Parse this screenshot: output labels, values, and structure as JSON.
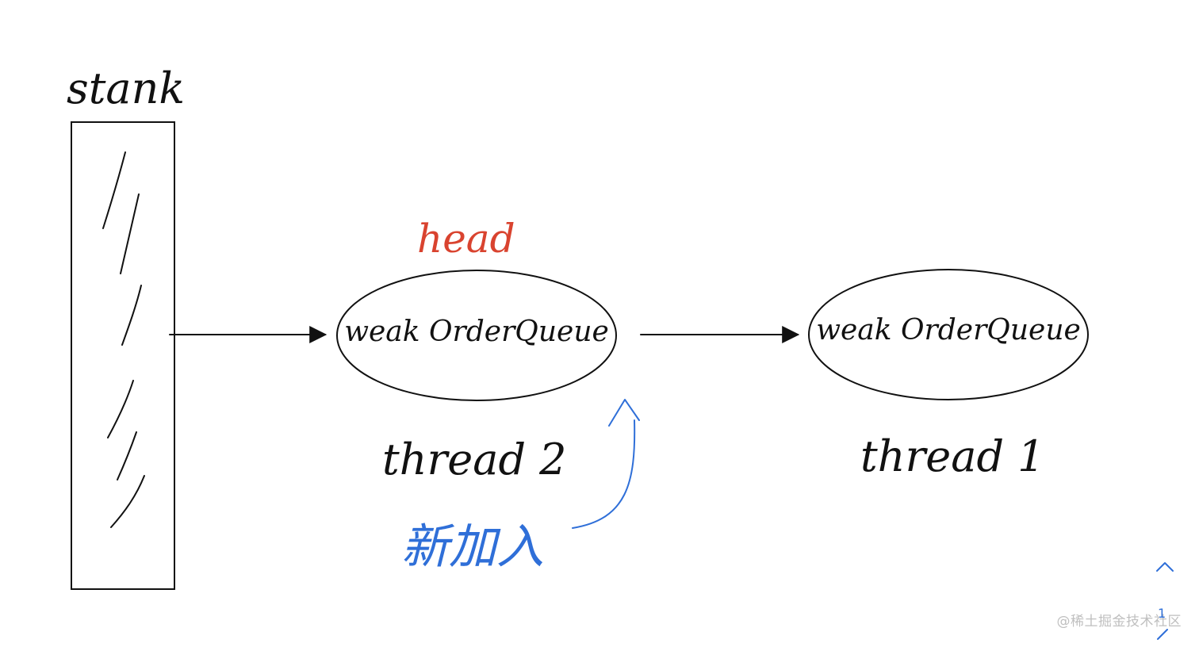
{
  "diagram": {
    "stack_label": "stank",
    "head_label": "head",
    "nodes": [
      {
        "label": "weak OrderQueue",
        "owner": "thread 2"
      },
      {
        "label": "weak OrderQueue",
        "owner": "thread 1"
      }
    ],
    "new_added_label": "新加入"
  },
  "colors": {
    "ink": "#111111",
    "head": "#d9432f",
    "annotation": "#2f6fd8",
    "watermark": "#bfbfbf"
  },
  "watermark": {
    "text": "@稀土掘金技术社区"
  },
  "nav": {
    "up_icon": "chevron-up-icon",
    "page_number": "1"
  }
}
